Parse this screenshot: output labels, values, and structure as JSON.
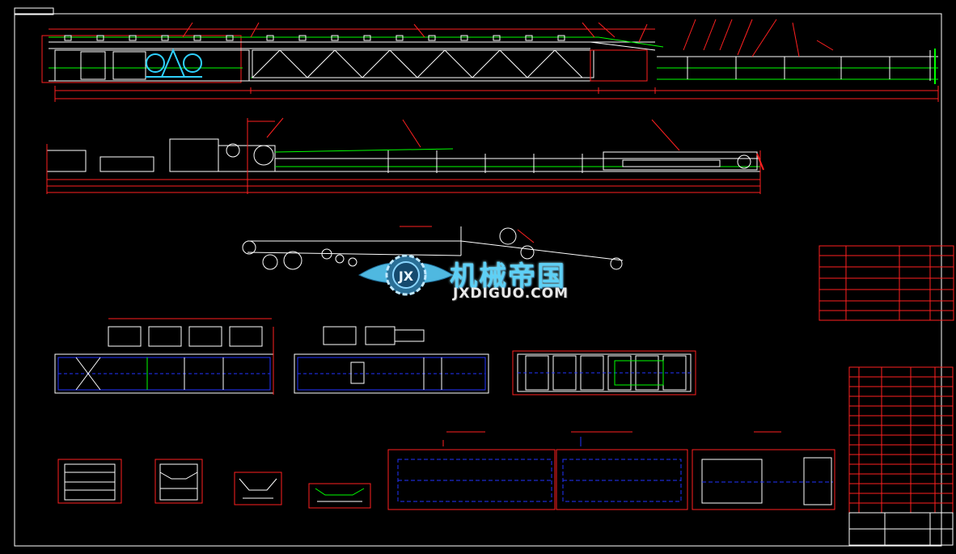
{
  "watermark": {
    "title": "机械帝国",
    "subtitle": "JXDIGUO.COM",
    "emblem": "JX"
  },
  "colors": {
    "background": "#000000",
    "frame": "#ffffff",
    "structure": "#ffffff",
    "belt": "#00ff00",
    "dimension": "#ff0000",
    "detail": "#2233ff",
    "accent": "#00e5ff"
  },
  "icons": [
    "gear-emblem-icon",
    "wing-icon"
  ]
}
